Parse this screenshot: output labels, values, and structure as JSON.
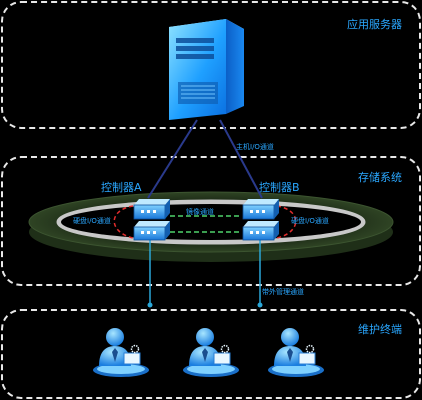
{
  "zones": {
    "app_server": "应用服务器",
    "storage": "存储系统",
    "maintenance": "维护终端"
  },
  "links": {
    "host_io": "主机I/O通道",
    "mirror": "镜像通道",
    "disk_io_left": "硬盘I/O通道",
    "disk_io_right": "硬盘I/O通道",
    "oob": "带外管理通道"
  },
  "controllers": {
    "a": "控制器A",
    "b": "控制器B"
  },
  "icons": [
    "server-tower-icon",
    "controller-switch-icon",
    "operator-terminal-icon"
  ],
  "colors": {
    "label_blue": "#2aa7ff",
    "link_navy": "#2a3a8c",
    "mirror_green": "#4fd36b",
    "loop_red": "#e12d2d",
    "oob_cyan": "#2aa7d8"
  }
}
